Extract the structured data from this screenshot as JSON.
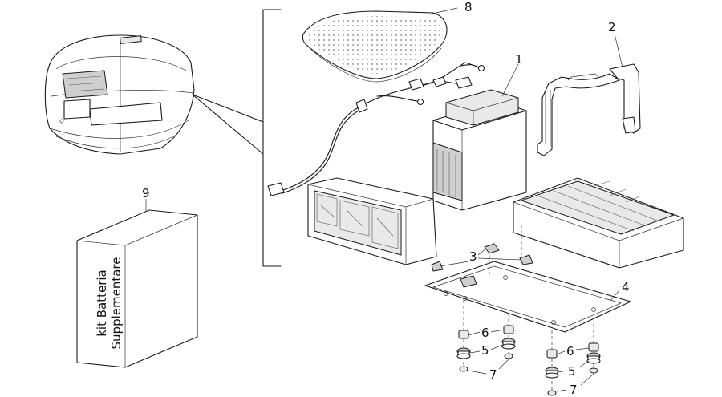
{
  "callouts": {
    "c1": "1",
    "c2": "2",
    "c3": "3",
    "c4": "4",
    "c5a": "5",
    "c5b": "5",
    "c6a": "6",
    "c6b": "6",
    "c7a": "7",
    "c7b": "7",
    "c8": "8",
    "c9": "9"
  },
  "kit_box": {
    "line1": "kit Batteria",
    "line2": "Supplementare"
  }
}
